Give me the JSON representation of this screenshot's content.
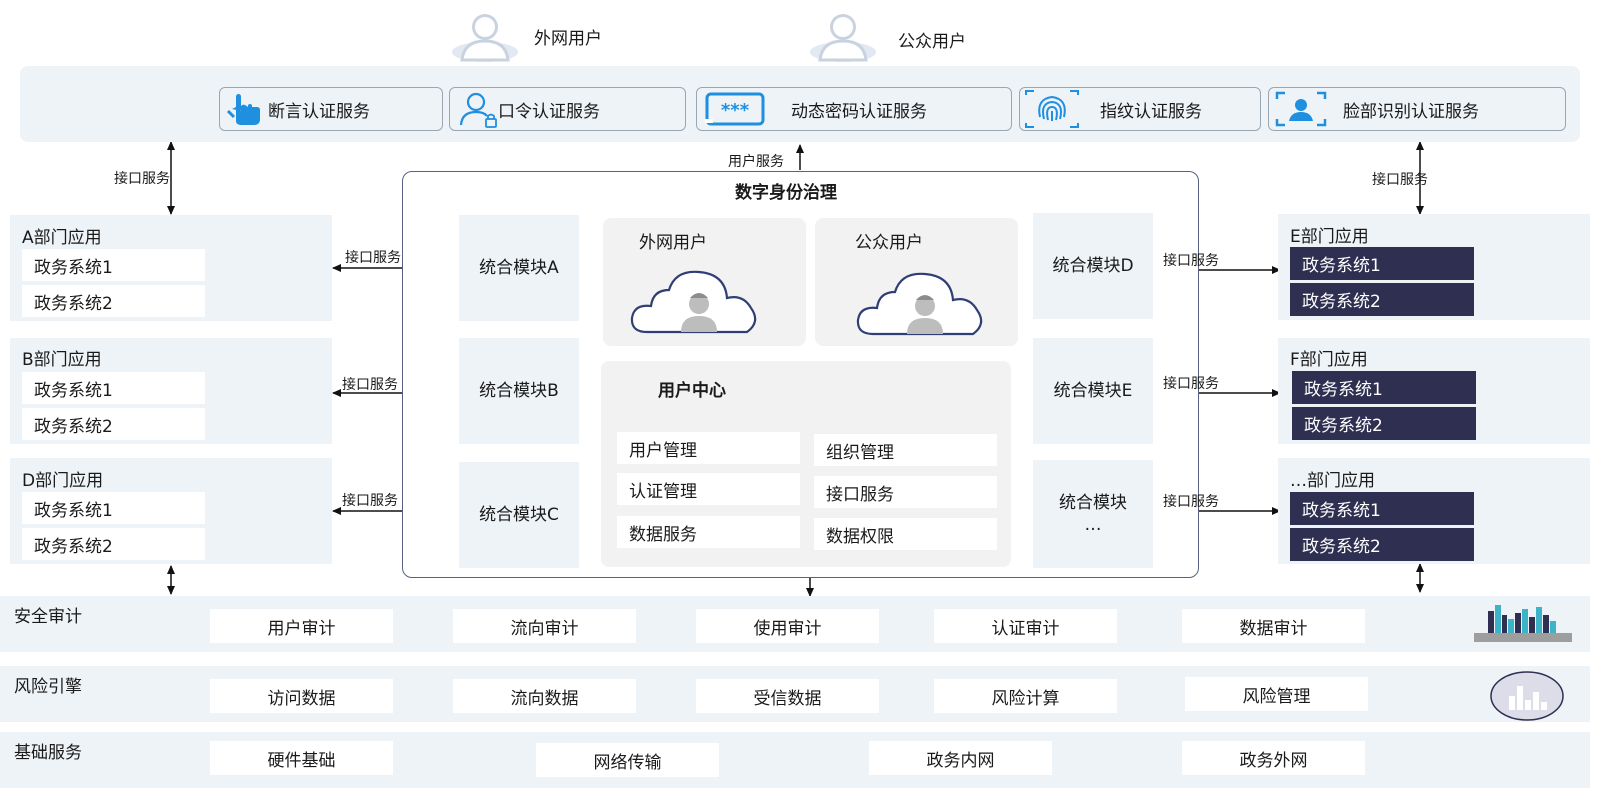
{
  "top_users": [
    {
      "label": "外网用户",
      "icon": "user-icon"
    },
    {
      "label": "公众用户",
      "icon": "user-icon"
    }
  ],
  "auth_services": [
    {
      "label": "断言认证服务",
      "icon": "hand-pointer-icon"
    },
    {
      "label": "口令认证服务",
      "icon": "user-lock-icon"
    },
    {
      "label": "动态密码认证服务",
      "icon": "password-dots-icon"
    },
    {
      "label": "指纹认证服务",
      "icon": "fingerprint-icon"
    },
    {
      "label": "脸部识别认证服务",
      "icon": "face-scan-icon"
    }
  ],
  "interface_label": "接口服务",
  "user_service_label": "用户服务",
  "left_apps": [
    {
      "title": "A部门应用",
      "systems": [
        "政务系统1",
        "政务系统2"
      ]
    },
    {
      "title": "B部门应用",
      "systems": [
        "政务系统1",
        "政务系统2"
      ]
    },
    {
      "title": "D部门应用",
      "systems": [
        "政务系统1",
        "政务系统2"
      ]
    }
  ],
  "right_apps": [
    {
      "title": "E部门应用",
      "systems": [
        "政务系统1",
        "政务系统2"
      ]
    },
    {
      "title": "F部门应用",
      "systems": [
        "政务系统1",
        "政务系统2"
      ]
    },
    {
      "title": "…部门应用",
      "systems": [
        "政务系统1",
        "政务系统2"
      ]
    }
  ],
  "governance": {
    "title": "数字身份治理",
    "left_modules": [
      "统合模块A",
      "统合模块B",
      "统合模块C"
    ],
    "right_modules": [
      "统合模块D",
      "统合模块E",
      "统合模块\n…"
    ],
    "cloud_users": [
      "外网用户",
      "公众用户"
    ],
    "user_center": {
      "title": "用户中心",
      "items": [
        "用户管理",
        "组织管理",
        "认证管理",
        "接口服务",
        "数据服务",
        "数据权限"
      ]
    }
  },
  "bottom_bands": [
    {
      "title": "安全审计",
      "items": [
        "用户审计",
        "流向审计",
        "使用审计",
        "认证审计",
        "数据审计"
      ],
      "icon": "city-bars-icon"
    },
    {
      "title": "风险引擎",
      "items": [
        "访问数据",
        "流向数据",
        "受信数据",
        "风险计算",
        "风险管理"
      ],
      "icon": "chart-circle-icon"
    },
    {
      "title": "基础服务",
      "items": [
        "硬件基础",
        "网络传输",
        "政务内网",
        "政务外网"
      ]
    }
  ],
  "colors": {
    "band_bg": "#eef3f7",
    "dark_box": "#2f2f52",
    "icon_blue": "#1f8fe0",
    "border": "#9aa6b2"
  }
}
